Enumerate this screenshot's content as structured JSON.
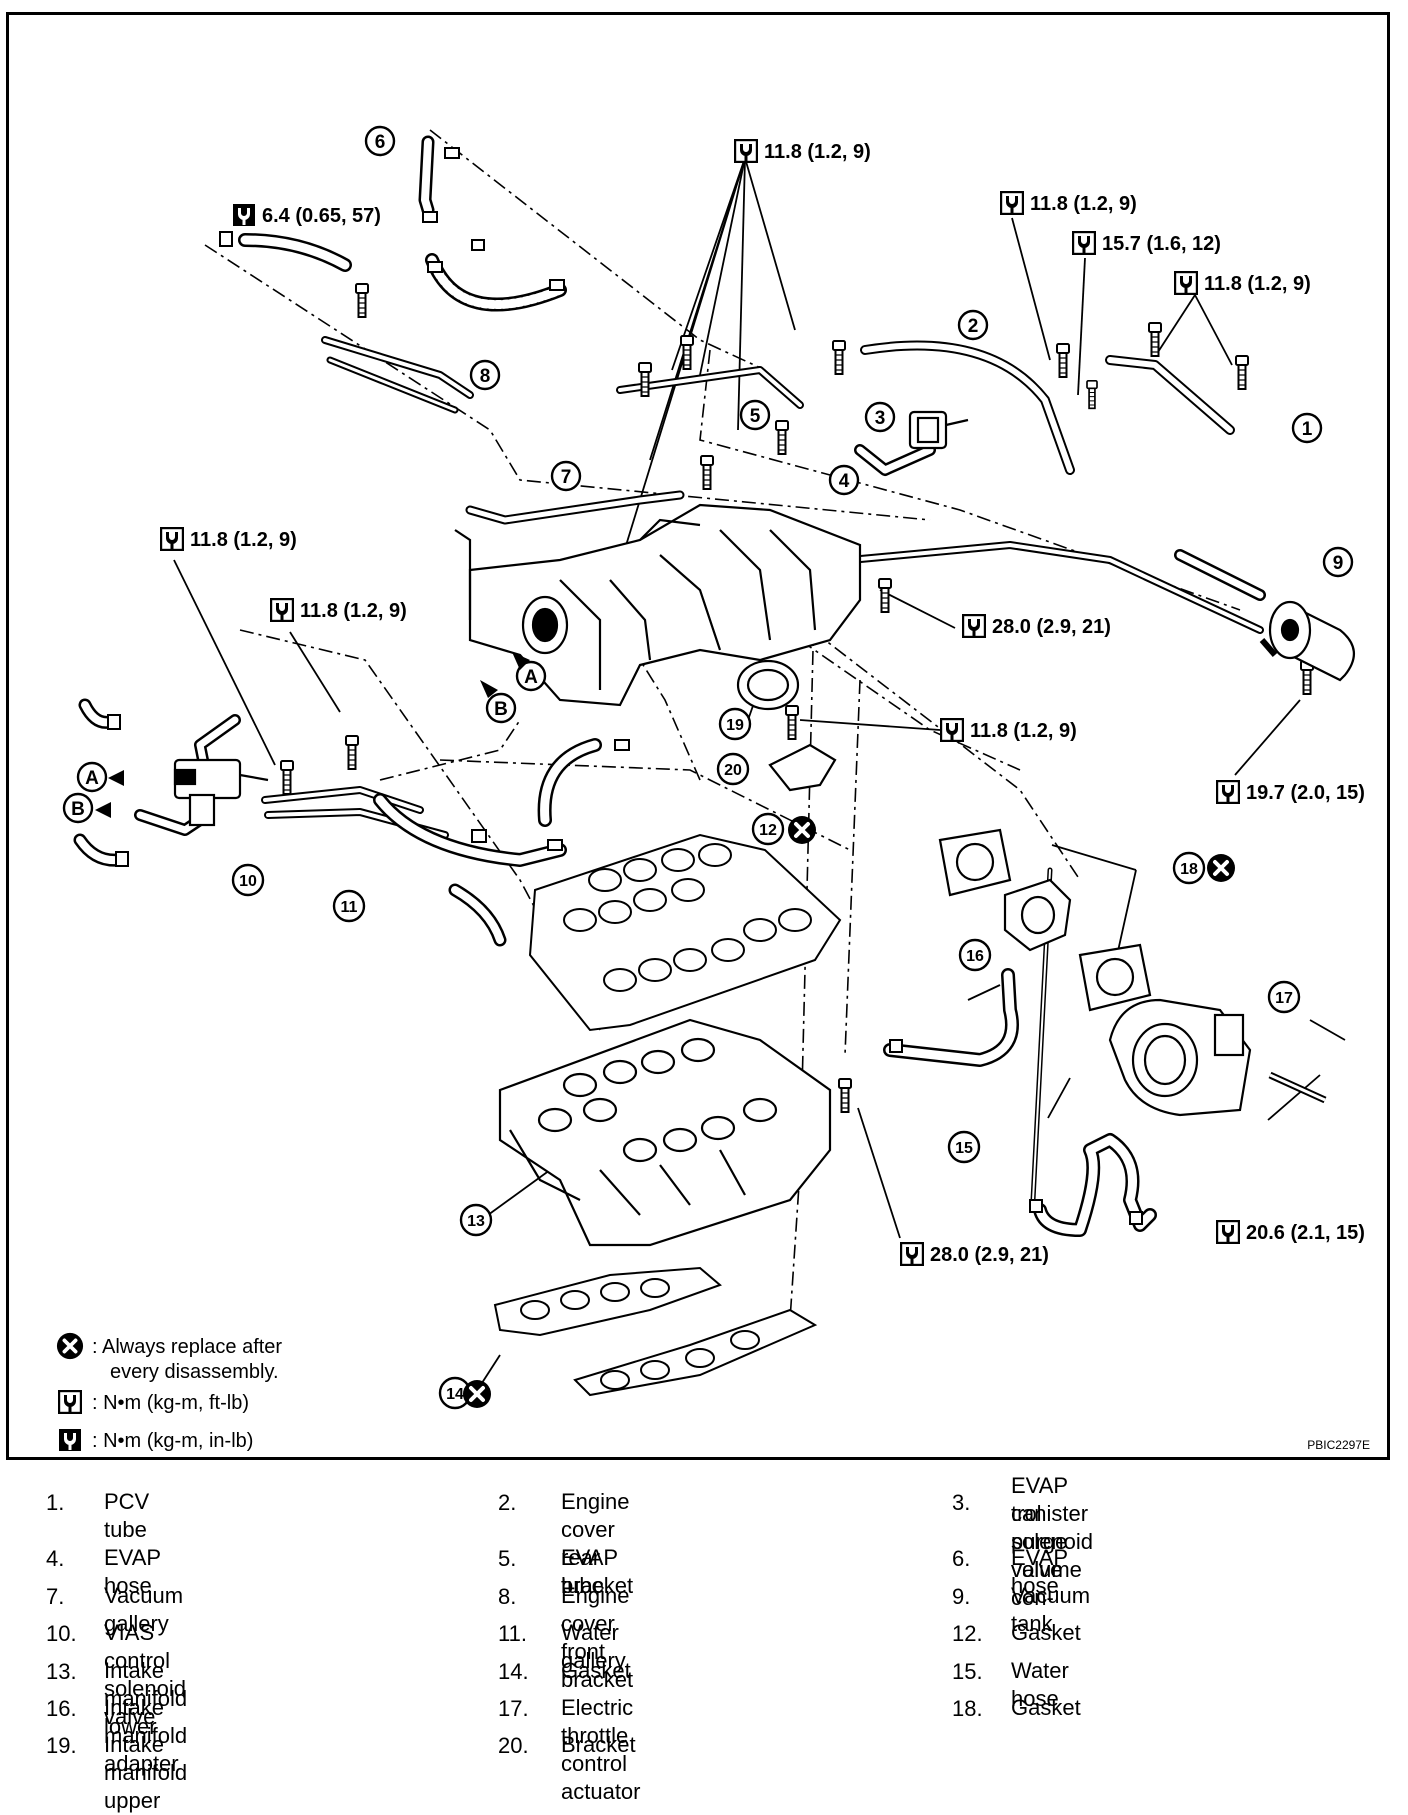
{
  "legend": {
    "replace": ": Always replace after",
    "replace_cont": "every disassembly.",
    "ft_lb": ": N•m  (kg-m,  ft-lb)",
    "in_lb": ": N•m  (kg-m,  in-lb)"
  },
  "figure_code": "PBIC2297E",
  "torques": {
    "t_top_center": "11.8 (1.2, 9)",
    "t_in_lb": "6.4 (0.65, 57)",
    "t_right_a": "11.8 (1.2, 9)",
    "t_right_b": "15.7 (1.6, 12)",
    "t_right_c": "11.8 (1.2, 9)",
    "t_left_a": "11.8 (1.2, 9)",
    "t_left_b": "11.8 (1.2, 9)",
    "t_mid_right": "28.0 (2.9, 21)",
    "t_mid_lower": "11.8 (1.2, 9)",
    "t_tank": "19.7 (2.0, 15)",
    "t_actuator": "20.6 (2.1, 15)",
    "t_lower": "28.0 (2.9, 21)"
  },
  "callouts": {
    "c1": "1",
    "c2": "2",
    "c3": "3",
    "c4": "4",
    "c5": "5",
    "c6": "6",
    "c7": "7",
    "c8": "8",
    "c9": "9",
    "c10": "10",
    "c11": "11",
    "c12": "12",
    "c13": "13",
    "c14": "14",
    "c15": "15",
    "c16": "16",
    "c17": "17",
    "c18": "18",
    "c19": "19",
    "c20": "20",
    "ca1": "A",
    "cb1": "B",
    "ca2": "A",
    "cb2": "B"
  },
  "parts": [
    {
      "num": "1.",
      "name": "PCV tube"
    },
    {
      "num": "2.",
      "name": "Engine cover rear bracket"
    },
    {
      "num": "3.",
      "name": "EVAP canister purge volume con-",
      "name2": "trol solenoid valve"
    },
    {
      "num": "4.",
      "name": "EVAP hose"
    },
    {
      "num": "5.",
      "name": "EVAP tube"
    },
    {
      "num": "6.",
      "name": "EVAP hose"
    },
    {
      "num": "7.",
      "name": "Vacuum gallery"
    },
    {
      "num": "8.",
      "name": "Engine cover front bracket"
    },
    {
      "num": "9.",
      "name": "Vacuum tank"
    },
    {
      "num": "10.",
      "name": "VIAS control solenoid valve"
    },
    {
      "num": "11.",
      "name": "Water gallery"
    },
    {
      "num": "12.",
      "name": "Gasket"
    },
    {
      "num": "13.",
      "name": "Intake manifold lower"
    },
    {
      "num": "14.",
      "name": "Gasket"
    },
    {
      "num": "15.",
      "name": "Water hose"
    },
    {
      "num": "16.",
      "name": "Intake manifold adapter"
    },
    {
      "num": "17.",
      "name": "Electric throttle control actuator"
    },
    {
      "num": "18.",
      "name": "Gasket"
    },
    {
      "num": "19.",
      "name": "Intake manifold upper"
    },
    {
      "num": "20.",
      "name": "Bracket"
    }
  ]
}
